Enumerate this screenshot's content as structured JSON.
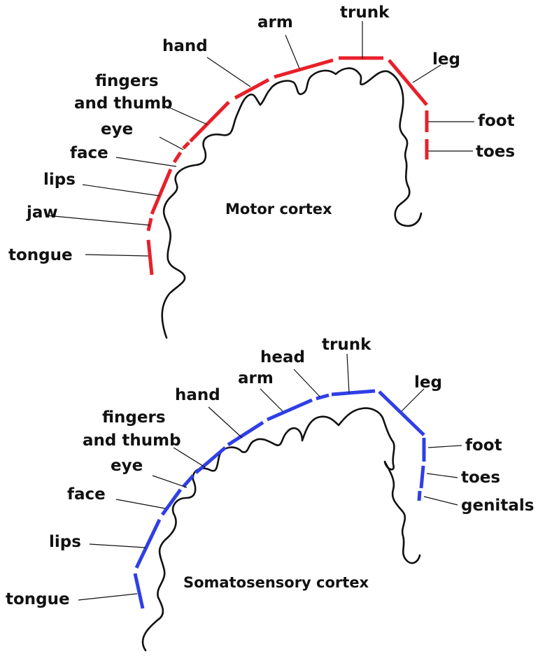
{
  "colors": {
    "motor": "#e8202a",
    "sensory": "#2f3fe6",
    "outline": "#111111",
    "background": "#ffffff"
  },
  "motor": {
    "title": "Motor cortex",
    "labels": {
      "trunk": "trunk",
      "arm": "arm",
      "hand": "hand",
      "leg": "leg",
      "fingers_1": "fingers",
      "fingers_2": "and thumb",
      "eye": "eye",
      "face": "face",
      "lips": "lips",
      "jaw": "jaw",
      "tongue": "tongue",
      "foot": "foot",
      "toes": "toes"
    }
  },
  "sensory": {
    "title": "Somatosensory cortex",
    "labels": {
      "trunk": "trunk",
      "head": "head",
      "arm": "arm",
      "hand": "hand",
      "leg": "leg",
      "fingers_1": "fingers",
      "fingers_2": "and thumb",
      "eye": "eye",
      "face": "face",
      "lips": "lips",
      "tongue": "tongue",
      "foot": "foot",
      "toes": "toes",
      "genitals": "genitals"
    }
  }
}
